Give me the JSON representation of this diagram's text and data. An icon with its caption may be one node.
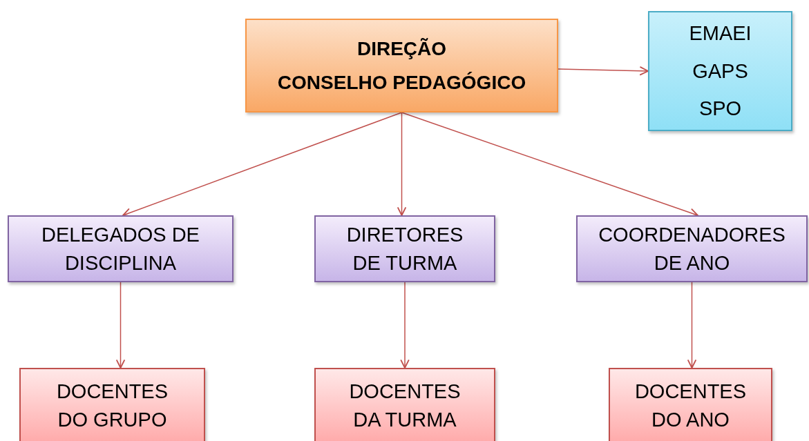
{
  "diagram": {
    "nodes": [
      {
        "text": [
          "DIREÇÃO",
          "CONSELHO PEDAGÓGICO"
        ]
      },
      {
        "text": [
          "EMAEI",
          "GAPS",
          "SPO"
        ]
      },
      {
        "text": [
          "DELEGADOS DE DISCIPLINA"
        ]
      },
      {
        "text": [
          "DIRETORES DE TURMA"
        ]
      },
      {
        "text": [
          "COORDENADORES DE ANO"
        ]
      },
      {
        "text": [
          "DOCENTES DO GRUPO"
        ]
      },
      {
        "text": [
          "DOCENTES DA TURMA"
        ]
      },
      {
        "text": [
          "DOCENTES DO ANO"
        ]
      }
    ],
    "edges": [
      {
        "from": 0,
        "to": 1,
        "arrow": "to"
      },
      {
        "from": 0,
        "to": 2,
        "arrow": "to"
      },
      {
        "from": 0,
        "to": 3,
        "arrow": "to"
      },
      {
        "from": 0,
        "to": 4,
        "arrow": "to"
      },
      {
        "from": 2,
        "to": 5,
        "arrow": "to"
      },
      {
        "from": 3,
        "to": 6,
        "arrow": "to"
      },
      {
        "from": 4,
        "to": 7,
        "arrow": "to"
      }
    ]
  }
}
